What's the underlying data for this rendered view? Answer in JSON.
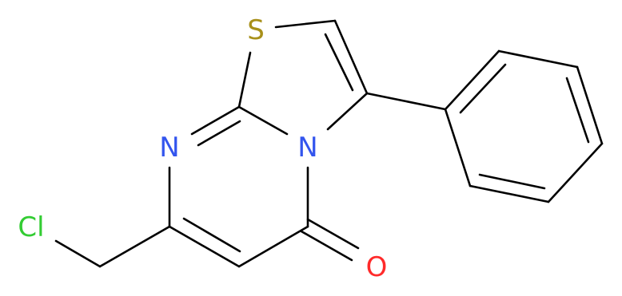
{
  "molecule": {
    "atoms": {
      "s1": {
        "symbol": "S",
        "color": "#a8901a"
      },
      "n_left": {
        "symbol": "N",
        "color": "#3355ee"
      },
      "n_center": {
        "symbol": "N",
        "color": "#3355ee"
      },
      "cl": {
        "symbol": "Cl",
        "color": "#33cc33"
      },
      "o": {
        "symbol": "O",
        "color": "#ff2a2a"
      }
    },
    "bond_color": "#000000"
  }
}
